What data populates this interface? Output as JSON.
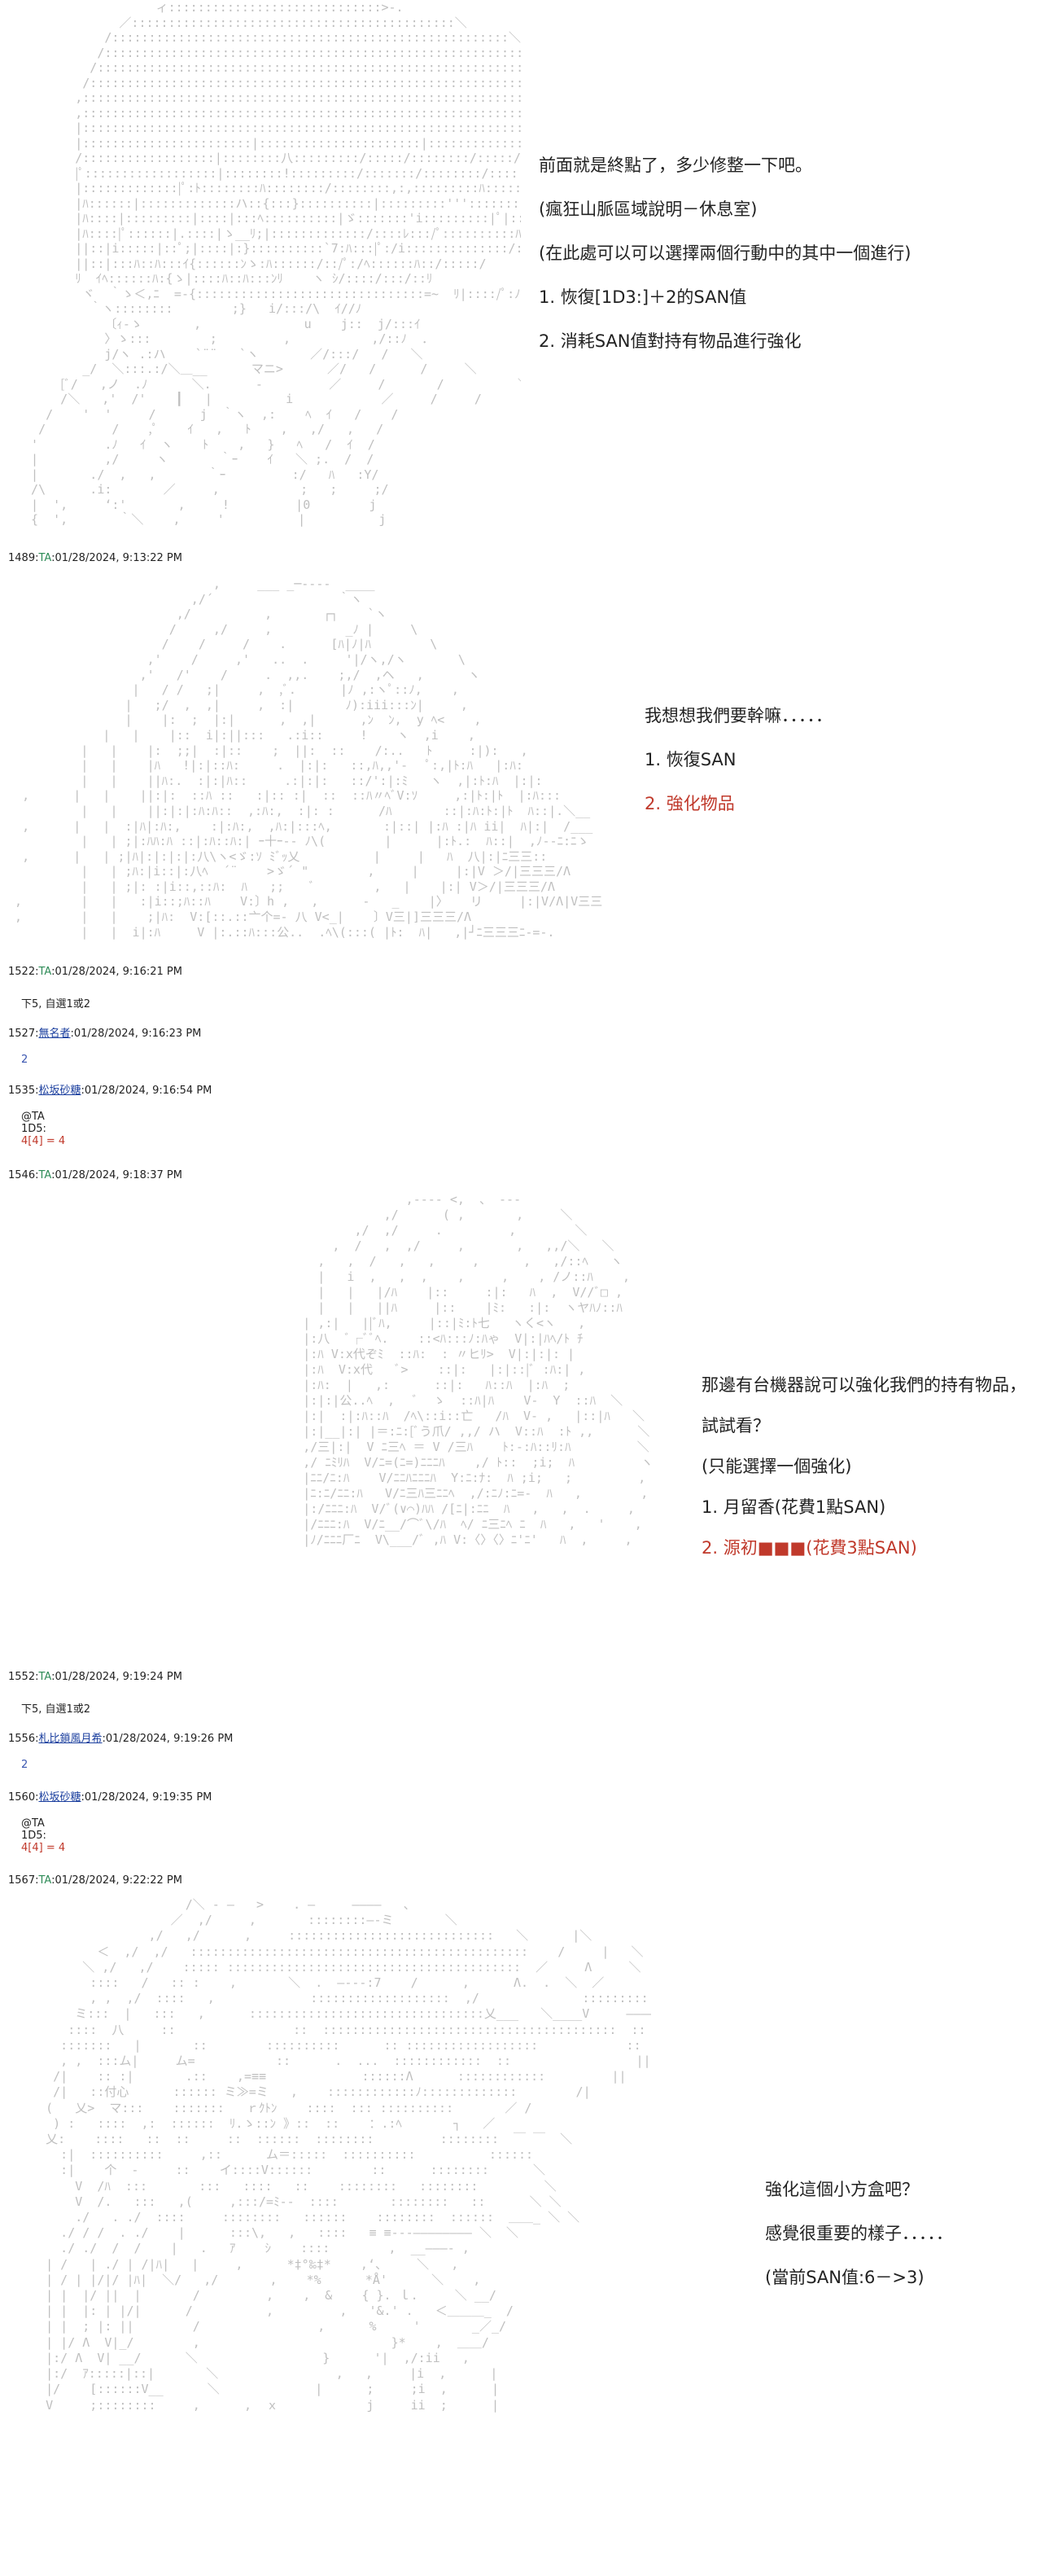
{
  "scene1": {
    "lines": [
      "前面就是終點了，多少修整一下吧。",
      "(瘋狂山脈區域說明－休息室)",
      "(在此處可以可以選擇兩個行動中的其中一個進行)",
      "1. 恢復[1D3:]＋2的SAN值",
      "2. 消耗SAN值對持有物品進行強化"
    ]
  },
  "post1": {
    "num": "1489",
    "name": "TA",
    "time": ":01/28/2024, 9:13:22 PM"
  },
  "scene2": {
    "lines": [
      "我想想我們要幹嘛．．．．．",
      "1. 恢復SAN",
      "2. 強化物品"
    ]
  },
  "post2": {
    "num": "1522",
    "name": "TA",
    "time": ":01/28/2024, 9:16:21 PM",
    "body": "下5, 自選1或2"
  },
  "post3": {
    "num": "1527",
    "name": "無名者",
    "time": ":01/28/2024, 9:16:23 PM",
    "body": "2"
  },
  "post4": {
    "num": "1535",
    "name": "松坂砂糖",
    "time": ":01/28/2024, 9:16:54 PM",
    "body1": "@TA",
    "body2": "1D5:",
    "dice": "4[4] = 4"
  },
  "post5": {
    "num": "1546",
    "name": "TA",
    "time": ":01/28/2024, 9:18:37 PM"
  },
  "scene3": {
    "lines": [
      "那邊有台機器說可以強化我們的持有物品，",
      "試試看？",
      "(只能選擇一個強化)",
      "1. 月留香(花費1點SAN)",
      "2. 源初■■■(花費3點SAN)"
    ]
  },
  "post6": {
    "num": "1552",
    "name": "TA",
    "time": ":01/28/2024, 9:19:24 PM",
    "body": "下5, 自選1或2"
  },
  "post7": {
    "num": "1556",
    "name": "札比鎖風月希",
    "time": ":01/28/2024, 9:19:26 PM",
    "body": "2"
  },
  "post8": {
    "num": "1560",
    "name": "松坂砂糖",
    "time": ":01/28/2024, 9:19:35 PM",
    "body1": "@TA",
    "body2": "1D5:",
    "dice": "4[4] = 4"
  },
  "post9": {
    "num": "1567",
    "name": "TA",
    "time": ":01/28/2024, 9:22:22 PM"
  },
  "scene4": {
    "lines": [
      "強化這個小方盒吧？",
      "感覺很重要的樣子．．．．．",
      "(當前SAN值:6－>3)"
    ]
  }
}
